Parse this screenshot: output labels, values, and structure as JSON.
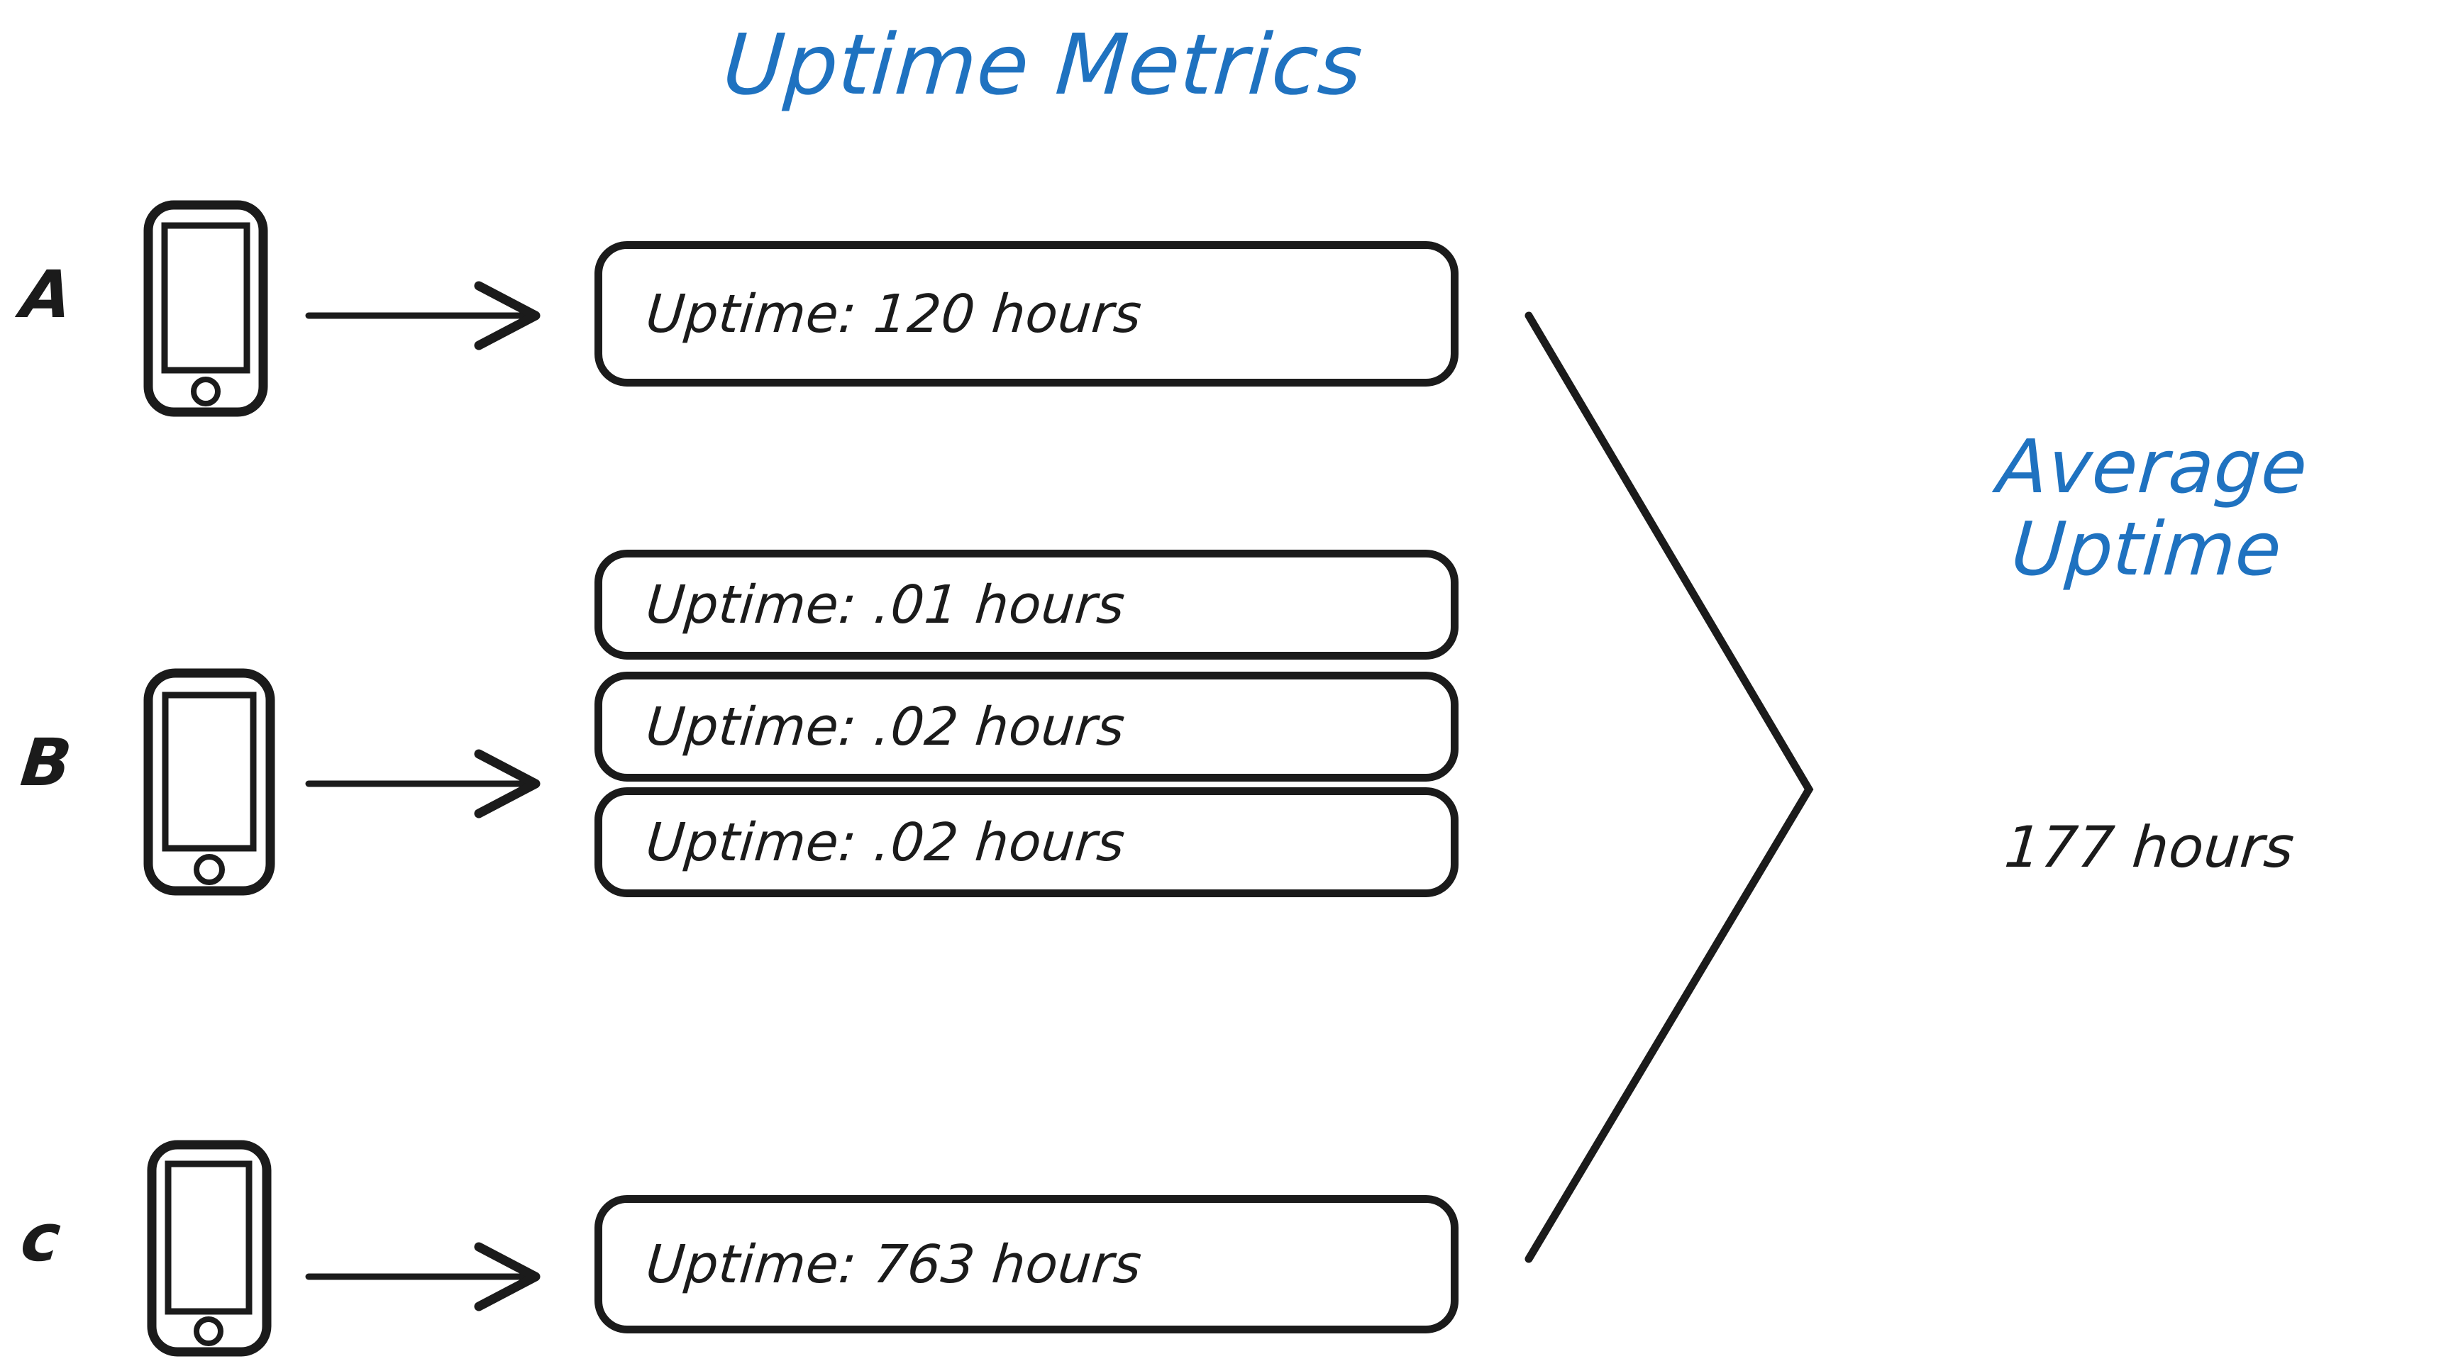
{
  "title": "Uptime Metrics",
  "colors": {
    "accent_blue": "#1F72C0",
    "ink_black": "#1b1b1b",
    "background": "#ffffff"
  },
  "devices": [
    {
      "label": "A",
      "icon": "mobile-phone-icon",
      "metrics": [
        {
          "text": "Uptime: 120 hours"
        }
      ]
    },
    {
      "label": "B",
      "icon": "mobile-phone-icon",
      "metrics": [
        {
          "text": "Uptime: .01 hours"
        },
        {
          "text": "Uptime: .02 hours"
        },
        {
          "text": "Uptime: .02 hours"
        }
      ]
    },
    {
      "label": "c",
      "icon": "mobile-phone-icon",
      "metrics": [
        {
          "text": "Uptime: 763 hours"
        }
      ]
    }
  ],
  "result": {
    "title_line_1": "Average",
    "title_line_2": "Uptime",
    "value": "177 hours"
  },
  "connectors": {
    "arrow_a": "arrow-right-icon",
    "arrow_b": "arrow-right-icon",
    "arrow_c": "arrow-right-icon",
    "merge": "chevron-merge-icon"
  }
}
